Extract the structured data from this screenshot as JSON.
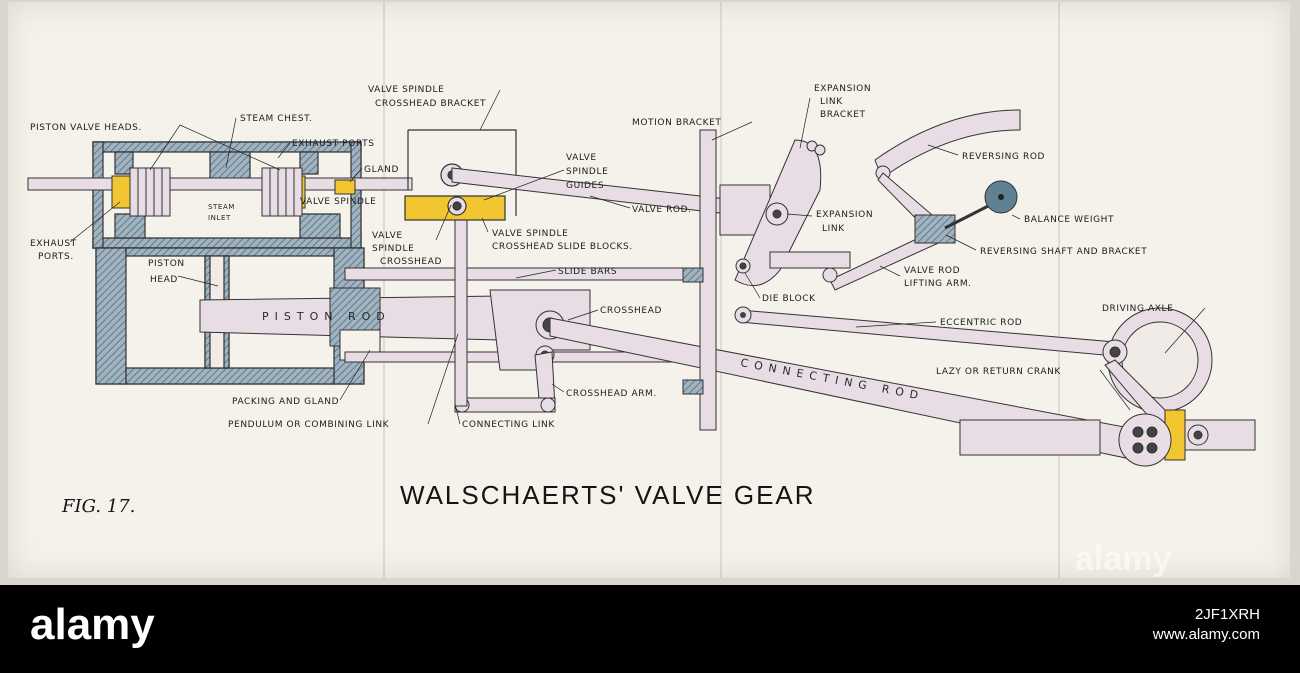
{
  "diagram": {
    "title": "WALSCHAERTS' VALVE GEAR",
    "figure": "FIG. 17.",
    "labels": {
      "piston_valve_heads": "PISTON VALVE HEADS.",
      "steam_chest": "STEAM CHEST.",
      "exhaust_ports_top": "EXHAUST PORTS",
      "gland": "GLAND",
      "valve_spindle": "VALVE SPINDLE",
      "steam_inlet_1": "STEAM",
      "steam_inlet_2": "INLET",
      "exhaust_ports_left_1": "EXHAUST",
      "exhaust_ports_left_2": "PORTS.",
      "piston_head_1": "PISTON",
      "piston_head_2": "HEAD",
      "piston_rod": "PISTON ROD",
      "packing_and_gland": "PACKING AND GLAND",
      "pendulum_link": "PENDULUM OR COMBINING LINK",
      "connecting_link": "CONNECTING LINK",
      "crosshead_arm": "CROSSHEAD ARM.",
      "crosshead": "CROSSHEAD",
      "slide_bars": "SLIDE BARS",
      "vs_crosshead_bracket_1": "VALVE SPINDLE",
      "vs_crosshead_bracket_2": "CROSSHEAD BRACKET",
      "vs_guides_1": "VALVE",
      "vs_guides_2": "SPINDLE",
      "vs_guides_3": "GUIDES",
      "vs_crosshead_1": "VALVE",
      "vs_crosshead_2": "SPINDLE",
      "vs_crosshead_3": "CROSSHEAD",
      "vs_slide_blocks_1": "VALVE SPINDLE",
      "vs_slide_blocks_2": "CROSSHEAD SLIDE BLOCKS.",
      "valve_rod": "VALVE ROD.",
      "motion_bracket": "MOTION BRACKET",
      "exp_link_bracket_1": "EXPANSION",
      "exp_link_bracket_2": "LINK",
      "exp_link_bracket_3": "BRACKET",
      "exp_link_1": "EXPANSION",
      "exp_link_2": "LINK",
      "die_block": "DIE BLOCK",
      "reversing_rod": "REVERSING ROD",
      "balance_weight": "BALANCE WEIGHT",
      "reversing_shaft": "REVERSING SHAFT AND BRACKET",
      "vr_lifting_arm_1": "VALVE ROD",
      "vr_lifting_arm_2": "LIFTING ARM.",
      "eccentric_rod": "ECCENTRIC ROD",
      "driving_axle": "DRIVING AXLE",
      "return_crank": "LAZY OR RETURN CRANK",
      "connecting_rod": "CONNECTING ROD"
    }
  },
  "footer": {
    "brand": "alamy",
    "image_id": "2JF1XRH",
    "site": "www.alamy.com"
  },
  "watermark_text": "alamy",
  "colors": {
    "paper": "#f4f2ea",
    "rod_fill": "#e8dde4",
    "brass_yellow": "#f2c630",
    "hatch_blue": "#7d93a3",
    "balance_weight": "#5f8193",
    "ink": "#1c1c1c"
  }
}
